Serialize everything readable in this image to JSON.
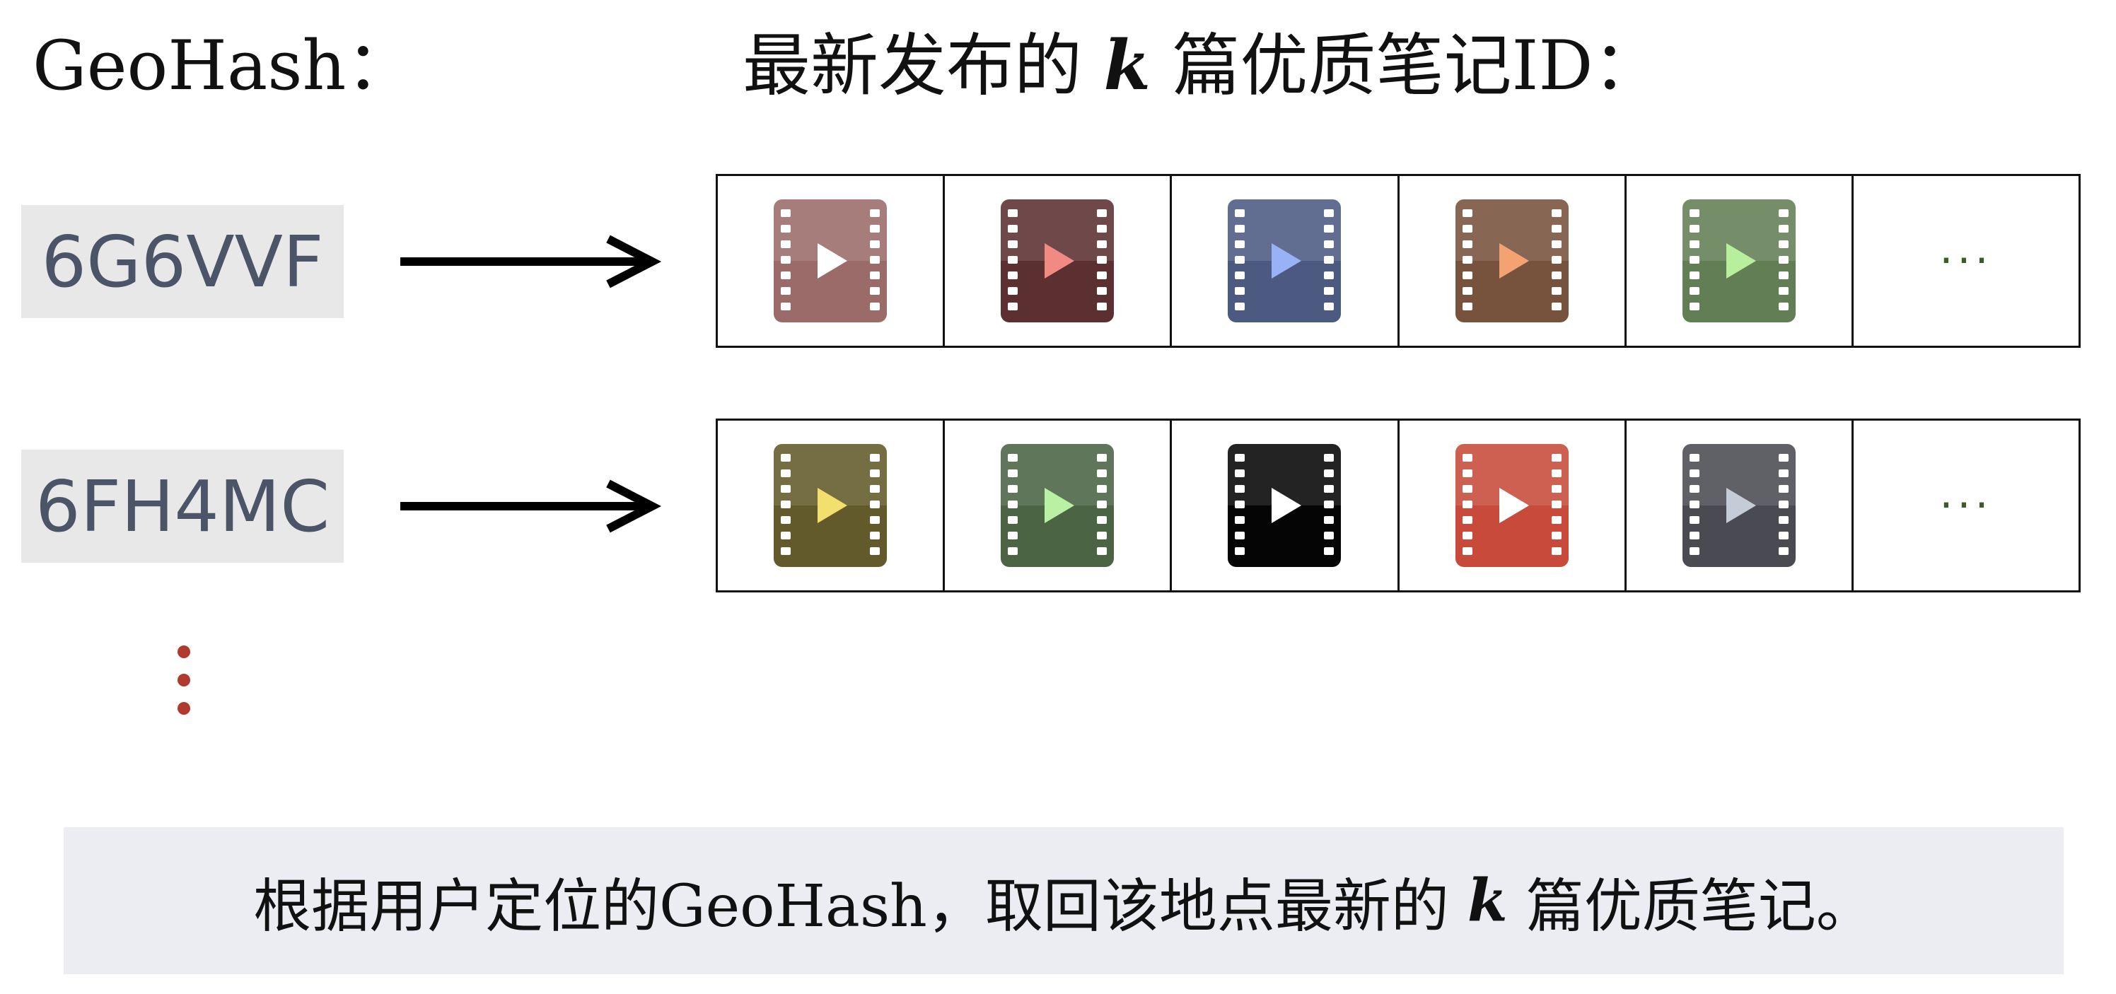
{
  "titles": {
    "left": "GeoHash：",
    "right_prefix": "最新发布的",
    "right_k": "k",
    "right_suffix": "篇优质笔记ID："
  },
  "rows": [
    {
      "geohash": "6G6VVF",
      "notes": [
        {
          "icon": "film-play-icon",
          "bg": "#9a6b68",
          "play": "#ffffff"
        },
        {
          "icon": "film-play-icon",
          "bg": "#5c3030",
          "play": "#f08a82"
        },
        {
          "icon": "film-play-icon",
          "bg": "#4c5a82",
          "play": "#99b2f5"
        },
        {
          "icon": "film-play-icon",
          "bg": "#77533d",
          "play": "#f5a272"
        },
        {
          "icon": "film-play-icon",
          "bg": "#627e55",
          "play": "#b7ef9c"
        }
      ],
      "more": "···"
    },
    {
      "geohash": "6FH4MC",
      "notes": [
        {
          "icon": "film-play-icon",
          "bg": "#625a2a",
          "play": "#f3df6e"
        },
        {
          "icon": "film-play-icon",
          "bg": "#4a6444",
          "play": "#b9f0a4"
        },
        {
          "icon": "film-play-icon",
          "bg": "#050505",
          "play": "#ffffff"
        },
        {
          "icon": "film-play-icon",
          "bg": "#c84a3a",
          "play": "#ffffff"
        },
        {
          "icon": "film-play-icon",
          "bg": "#4a4a52",
          "play": "#c4ccd8"
        }
      ],
      "more": "···"
    }
  ],
  "ellipsis_color": "#b03a2e",
  "caption": {
    "prefix": "根据用户定位的GeoHash，取回该地点最新的",
    "k": "k",
    "suffix": "篇优质笔记。"
  }
}
